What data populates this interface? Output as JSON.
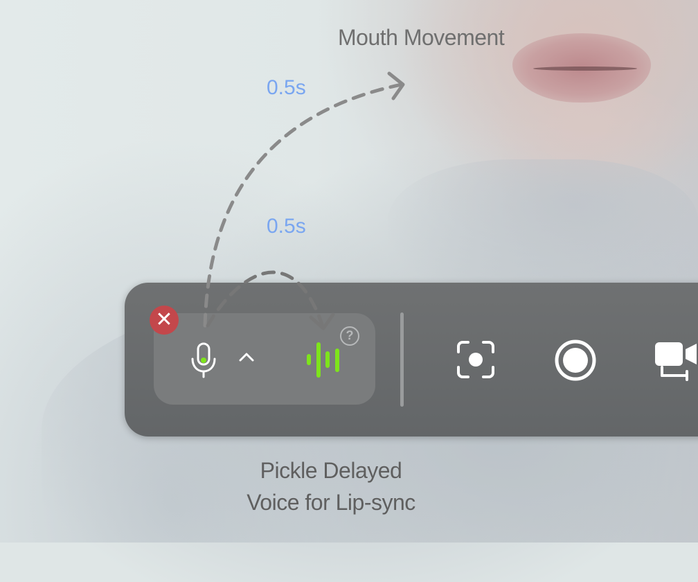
{
  "annotations": {
    "mouth_movement": "Mouth Movement",
    "delay_top": "0.5s",
    "delay_bottom": "0.5s",
    "caption_line1": "Pickle Delayed",
    "caption_line2": "Voice for Lip-sync"
  },
  "toolbar": {
    "close_icon": "close-icon",
    "mic_icon": "microphone-icon",
    "caret_icon": "chevron-up-icon",
    "waveform_icon": "audio-waveform-icon",
    "help_icon": "help-icon",
    "help_symbol": "?",
    "close_symbol": "✕",
    "screenshot_icon": "screenshot-icon",
    "record_icon": "record-icon",
    "camera_icon": "camera-icon"
  },
  "colors": {
    "accent_green": "#7ee41c",
    "close_red": "#c3474b",
    "delay_blue": "#7aa6f0"
  }
}
